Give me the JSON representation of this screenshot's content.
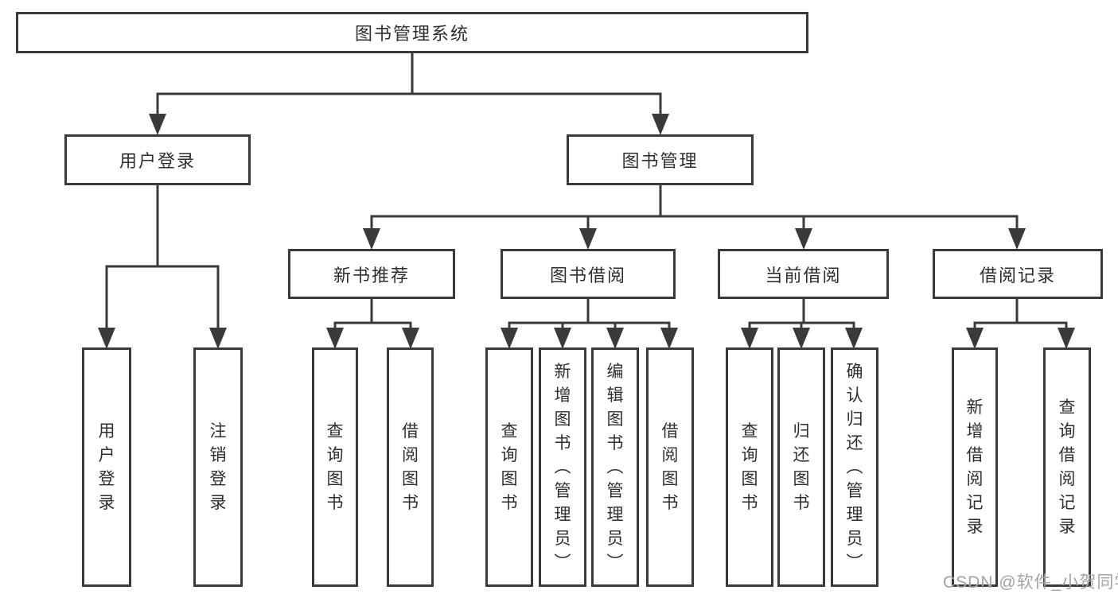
{
  "diagram": {
    "tree": {
      "label": "图书管理系统",
      "children": [
        {
          "label": "用户登录",
          "children": [
            {
              "label": "用户登录"
            },
            {
              "label": "注销登录"
            }
          ]
        },
        {
          "label": "图书管理",
          "children": [
            {
              "label": "新书推荐",
              "children": [
                {
                  "label": "查询图书"
                },
                {
                  "label": "借阅图书"
                }
              ]
            },
            {
              "label": "图书借阅",
              "children": [
                {
                  "label": "查询图书"
                },
                {
                  "label": "新增图书（管理员）"
                },
                {
                  "label": "编辑图书（管理员）"
                },
                {
                  "label": "借阅图书"
                }
              ]
            },
            {
              "label": "当前借阅",
              "children": [
                {
                  "label": "查询图书"
                },
                {
                  "label": "归还图书"
                },
                {
                  "label": "确认归还（管理员）"
                }
              ]
            },
            {
              "label": "借阅记录",
              "children": [
                {
                  "label": "新增借阅记录"
                },
                {
                  "label": "查询借阅记录"
                }
              ]
            }
          ]
        }
      ]
    },
    "watermark": "CSDN @软件_小贺同学",
    "colors": {
      "line": "#3a3a3a",
      "text": "#2e2e2e",
      "watermark": "#a3a3a3",
      "background": "#ffffff"
    }
  }
}
